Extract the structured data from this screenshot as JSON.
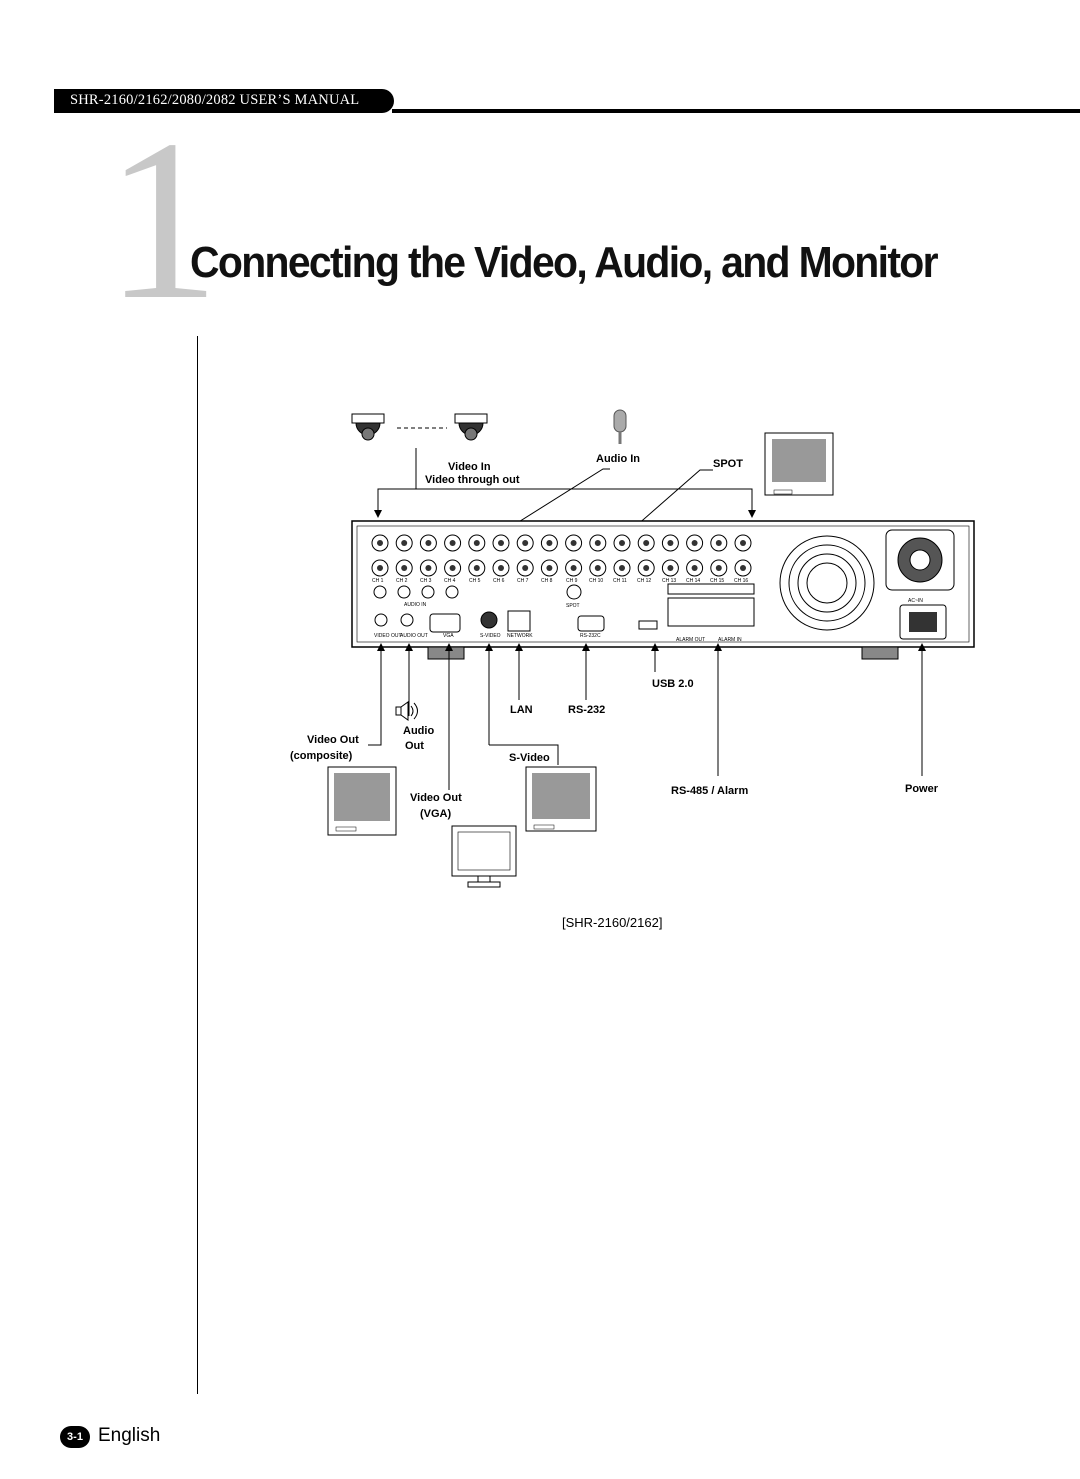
{
  "header": {
    "manual_title": "SHR-2160/2162/2080/2082 USER’S MANUAL"
  },
  "section": {
    "number": "1",
    "title": "Connecting the Video, Audio, and Monitor"
  },
  "diagram": {
    "labels": {
      "video_in": "Video In",
      "video_through_out": "Video through out",
      "audio_in": "Audio In",
      "spot": "SPOT",
      "usb": "USB 2.0",
      "lan": "LAN",
      "rs232": "RS-232",
      "video_out_composite_1": "Video Out",
      "video_out_composite_2": "(composite)",
      "audio_out_1": "Audio",
      "audio_out_2": "Out",
      "s_video": "S-Video",
      "rs485_alarm": "RS-485 / Alarm",
      "power": "Power",
      "video_out_vga_1": "Video Out",
      "video_out_vga_2": "(VGA)"
    },
    "panel_labels": {
      "ch1": "CH 1",
      "ch2": "CH 2",
      "ch3": "CH 3",
      "ch4": "CH 4",
      "ch5": "CH 5",
      "ch6": "CH 6",
      "ch7": "CH 7",
      "ch8": "CH 8",
      "ch9": "CH 9",
      "ch10": "CH 10",
      "ch11": "CH 11",
      "ch12": "CH 12",
      "ch13": "CH 13",
      "ch14": "CH 14",
      "ch15": "CH 15",
      "ch16": "CH 16",
      "audio_in": "AUDIO IN",
      "video_out": "VIDEO OUT",
      "audio_out": "AUDIO OUT",
      "vga": "VGA",
      "s_video": "S-VIDEO",
      "network": "NETWORK",
      "rs232c": "RS-232C",
      "spot": "SPOT",
      "ac_in": "AC~IN",
      "alarm_in": "ALARM IN",
      "alarm_out": "ALARM OUT"
    },
    "caption": "[SHR-2160/2162]"
  },
  "footer": {
    "page_number": "3-1",
    "language": "English"
  }
}
